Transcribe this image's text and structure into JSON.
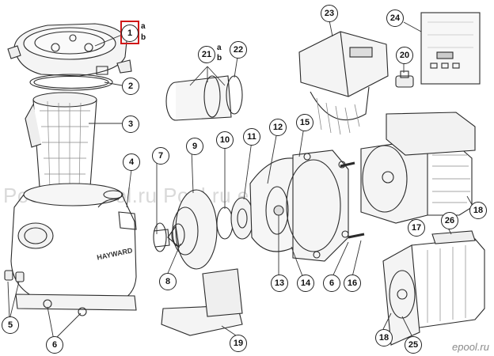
{
  "diagram": {
    "callouts": [
      "1",
      "2",
      "3",
      "4",
      "5",
      "6",
      "7",
      "8",
      "9",
      "10",
      "11",
      "12",
      "13",
      "14",
      "15",
      "16",
      "17",
      "18",
      "19",
      "20",
      "21",
      "22",
      "23",
      "24",
      "25",
      "26"
    ],
    "callout_1_sub": [
      "a",
      "b"
    ],
    "callout_21_sub": [
      "a",
      "b"
    ],
    "highlighted": "1",
    "highlight_color": "#d01818",
    "brand_label": "HAYWARD",
    "watermark_text": "Pool.ru   ePool.ru   Pool.ru   ePool.ru",
    "logo_text": "epool.ru"
  }
}
